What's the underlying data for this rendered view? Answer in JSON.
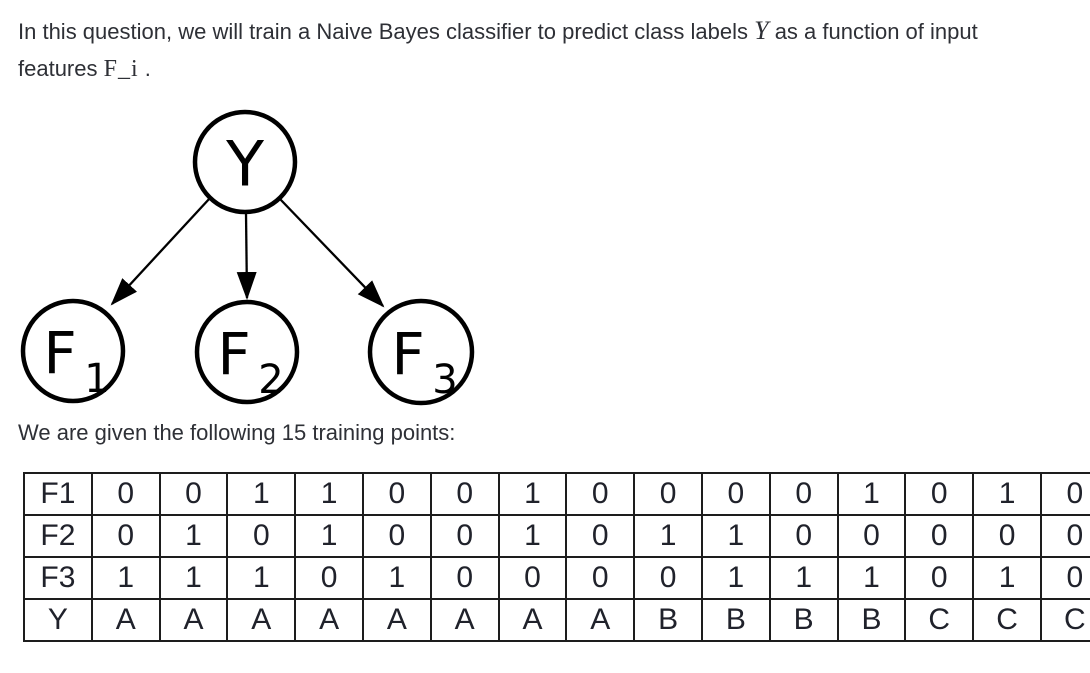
{
  "intro": {
    "line1": {
      "pre": "In this question, we will train a Naive Bayes classifier to predict class labels ",
      "math": "Y",
      "post": " as a function of input"
    },
    "line2": {
      "pre": "features ",
      "math": "F_i",
      "post": " ."
    }
  },
  "diagram": {
    "node_y": {
      "label": "Y"
    },
    "node_f1": {
      "label": "F",
      "sub": "1"
    },
    "node_f2": {
      "label": "F",
      "sub": "2"
    },
    "node_f3": {
      "label": "F",
      "sub": "3"
    },
    "edges": [
      "Y->F1",
      "Y->F2",
      "Y->F3"
    ],
    "stroke_color": "#000000"
  },
  "training_intro": "We are given the following 15 training points:",
  "table": {
    "rows": [
      {
        "header": "F1",
        "values": [
          "0",
          "0",
          "1",
          "1",
          "0",
          "0",
          "1",
          "0",
          "0",
          "0",
          "0",
          "1",
          "0",
          "1",
          "0"
        ]
      },
      {
        "header": "F2",
        "values": [
          "0",
          "1",
          "0",
          "1",
          "0",
          "0",
          "1",
          "0",
          "1",
          "1",
          "0",
          "0",
          "0",
          "0",
          "0"
        ]
      },
      {
        "header": "F3",
        "values": [
          "1",
          "1",
          "1",
          "0",
          "1",
          "0",
          "0",
          "0",
          "0",
          "1",
          "1",
          "1",
          "0",
          "1",
          "0"
        ]
      },
      {
        "header": "Y",
        "values": [
          "A",
          "A",
          "A",
          "A",
          "A",
          "A",
          "A",
          "A",
          "B",
          "B",
          "B",
          "B",
          "C",
          "C",
          "C"
        ]
      }
    ]
  },
  "colors": {
    "background": "#ffffff",
    "body_text": "#2e3036",
    "table_text": "#20222b",
    "table_border": "#1d1d1d",
    "diagram": "#000000"
  }
}
